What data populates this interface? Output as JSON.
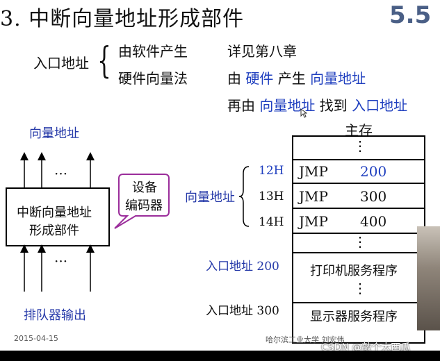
{
  "title": "3. 中断向量地址形成部件",
  "section_number": "5.5",
  "entry_address": {
    "label": "入口地址",
    "brace": "{",
    "line1": "由软件产生",
    "line1_detail": "详见第八章",
    "line2": "硬件向量法",
    "line2_detail": {
      "p1": "由",
      "p2": "硬件",
      "p3": "产生",
      "p4": "向量地址"
    },
    "line3_detail": {
      "p1": "再由",
      "p2": "向量地址",
      "p3": "找到",
      "p4": "入口地址"
    }
  },
  "left_diagram": {
    "top_label": "向量地址",
    "dots_top": "···",
    "box_line1": "中断向量地址",
    "box_line2": "形成部件",
    "callout_line1": "设备",
    "callout_line2": "编码器",
    "dots_bottom": "···",
    "bottom_label": "排队器输出"
  },
  "memory": {
    "title": "主存",
    "vector_label": "向量地址",
    "rows": [
      {
        "addr": "12H",
        "op": "JMP",
        "val": "200"
      },
      {
        "addr": "13H",
        "op": "JMP",
        "val": "300"
      },
      {
        "addr": "14H",
        "op": "JMP",
        "val": "400"
      }
    ],
    "dots": "⋮",
    "entry200_label": "入口地址",
    "entry200_addr": "200",
    "entry200_text": "打印机服务程序",
    "entry300_label": "入口地址",
    "entry300_addr": "300",
    "entry300_text": "显示器服务程序"
  },
  "footer": {
    "date": "2015-04-15",
    "author": "哈尔滨工业大学 刘宏伟",
    "watermark": "CSDN @敲个大西瓜"
  },
  "colors": {
    "blue_text": "#1f3fbf",
    "section": "#4a5f86",
    "callout_border": "#9b2d9b"
  }
}
